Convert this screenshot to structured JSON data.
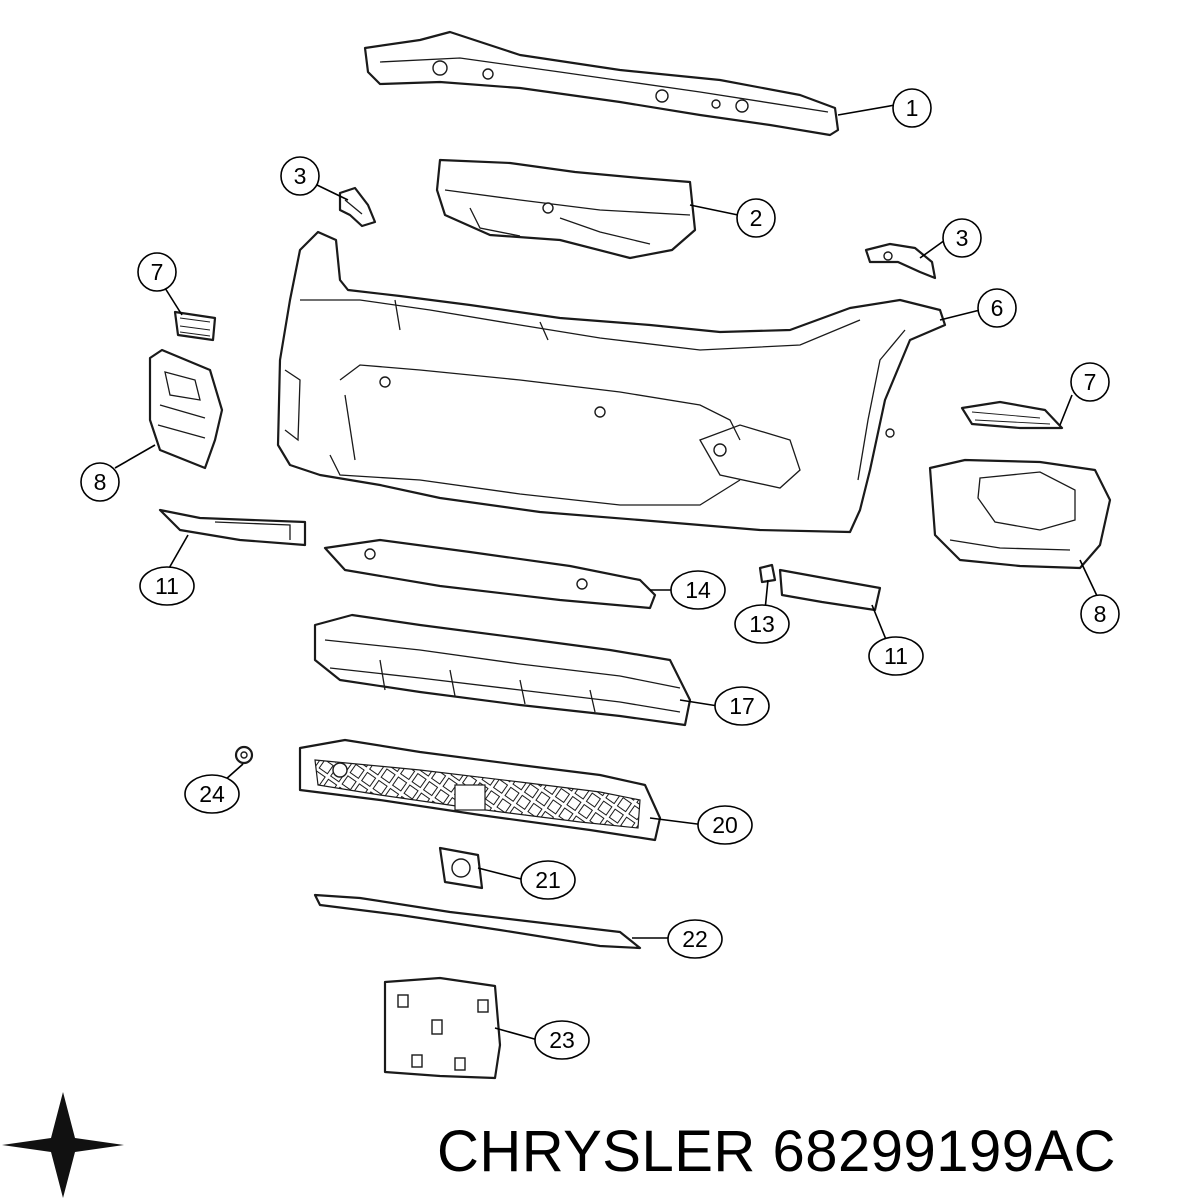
{
  "callouts": [
    {
      "id": "c1",
      "label": "1"
    },
    {
      "id": "c2",
      "label": "2"
    },
    {
      "id": "c3a",
      "label": "3"
    },
    {
      "id": "c3b",
      "label": "3"
    },
    {
      "id": "c6",
      "label": "6"
    },
    {
      "id": "c7a",
      "label": "7"
    },
    {
      "id": "c7b",
      "label": "7"
    },
    {
      "id": "c8a",
      "label": "8"
    },
    {
      "id": "c8b",
      "label": "8"
    },
    {
      "id": "c11a",
      "label": "11"
    },
    {
      "id": "c11b",
      "label": "11"
    },
    {
      "id": "c13",
      "label": "13"
    },
    {
      "id": "c14",
      "label": "14"
    },
    {
      "id": "c17",
      "label": "17"
    },
    {
      "id": "c20",
      "label": "20"
    },
    {
      "id": "c21",
      "label": "21"
    },
    {
      "id": "c22",
      "label": "22"
    },
    {
      "id": "c23",
      "label": "23"
    },
    {
      "id": "c24",
      "label": "24"
    }
  ],
  "footer": {
    "brand": "CHRYSLER",
    "part_number": "68299199AC",
    "logo_icon": "chrysler-pentastar-icon"
  }
}
